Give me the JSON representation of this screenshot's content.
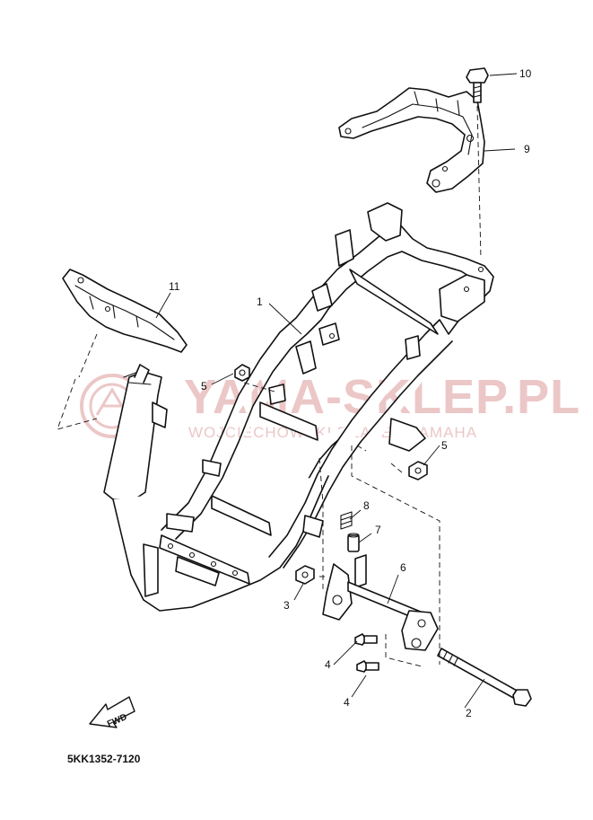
{
  "diagram": {
    "part_number": "5KK1352-7120",
    "fwd_label": "FWD",
    "watermark": {
      "title": "YAMA-SKLEP.PL",
      "subtitle": "WOJCIECHOWSKI DEALER YAMAHA",
      "color": "#ecc7c7"
    },
    "callouts": [
      {
        "id": "c1",
        "label": "1"
      },
      {
        "id": "c2",
        "label": "2"
      },
      {
        "id": "c3",
        "label": "3"
      },
      {
        "id": "c4a",
        "label": "4"
      },
      {
        "id": "c4b",
        "label": "4"
      },
      {
        "id": "c5a",
        "label": "5"
      },
      {
        "id": "c5b",
        "label": "5"
      },
      {
        "id": "c6",
        "label": "6"
      },
      {
        "id": "c7",
        "label": "7"
      },
      {
        "id": "c8",
        "label": "8"
      },
      {
        "id": "c9",
        "label": "9"
      },
      {
        "id": "c10",
        "label": "10"
      },
      {
        "id": "c11",
        "label": "11"
      }
    ]
  }
}
